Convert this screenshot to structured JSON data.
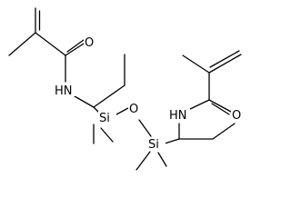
{
  "molecule": {
    "atoms": {
      "o_left": "O",
      "nh_left": "HN",
      "si_upper": "Si",
      "o_bridge": "O",
      "si_lower": "Si",
      "nh_right": "HN",
      "o_right": "O"
    }
  },
  "colors": {
    "bond": "#000000",
    "label": "#000000",
    "background": "#ffffff"
  }
}
